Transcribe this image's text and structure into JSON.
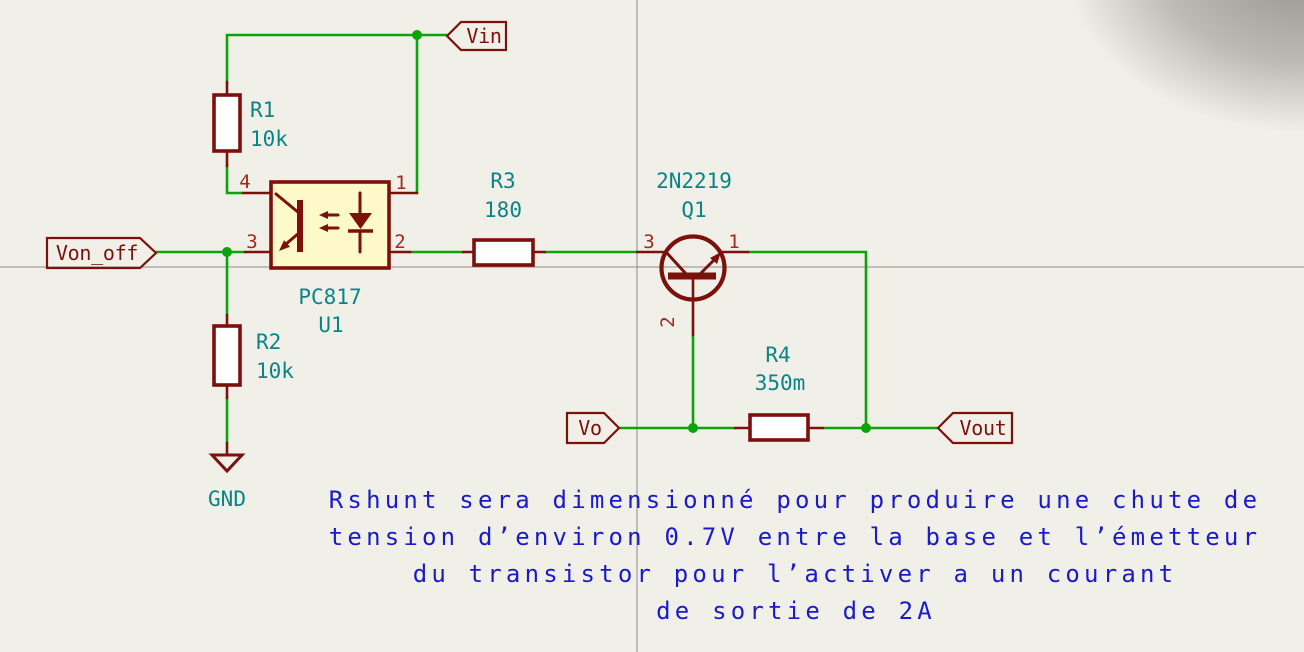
{
  "colors": {
    "background": "#F1F0E8",
    "wire_green": "#0AA30A",
    "symbol_maroon": "#7C110C",
    "pin_number_red": "#A5281C",
    "field_teal": "#0A8484",
    "note_blue": "#1A1ACC",
    "body_fill_yellow": "#FDF9C9",
    "crosshair_gray": "#8C8C8C"
  },
  "components": {
    "R1": {
      "ref": "R1",
      "value": "10k"
    },
    "R2": {
      "ref": "R2",
      "value": "10k"
    },
    "R3": {
      "ref": "R3",
      "value": "180"
    },
    "R4": {
      "ref": "R4",
      "value": "350m"
    },
    "U1": {
      "ref": "U1",
      "value": "PC817",
      "pin1": "1",
      "pin2": "2",
      "pin3": "3",
      "pin4": "4"
    },
    "Q1": {
      "ref": "Q1",
      "value": "2N2219",
      "pin1": "1",
      "pin2": "2",
      "pin3": "3"
    }
  },
  "labels": {
    "vin": "Vin",
    "von_off": "Von_off",
    "vo": "Vo",
    "vout": "Vout"
  },
  "power": {
    "gnd": "GND"
  },
  "note": {
    "lines": [
      "Rshunt sera dimensionné pour produire une chute de",
      "tension d’environ 0.7V entre la base et l’émetteur",
      "du transistor pour l’activer a un courant",
      "de sortie de 2A"
    ]
  }
}
